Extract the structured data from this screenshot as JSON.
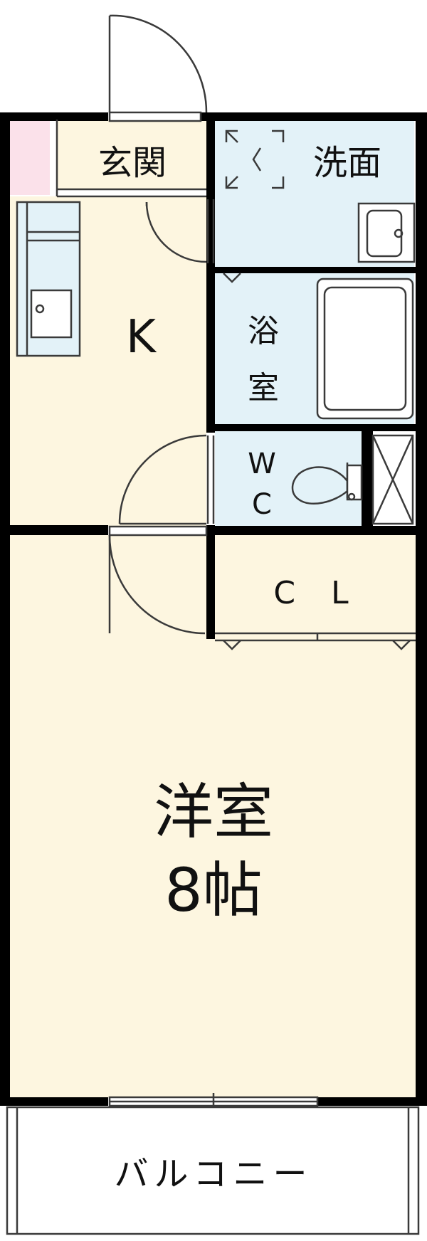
{
  "rooms": {
    "entrance": "玄関",
    "washroom": "洗面",
    "kitchen": "K",
    "bath_line1": "浴",
    "bath_line2": "室",
    "wc_line1": "W",
    "wc_line2": "C",
    "closet": "C L",
    "western_room": "洋室",
    "western_size": "8帖",
    "balcony": "バルコニー"
  },
  "colors": {
    "wall": "#000000",
    "floor": "#fdf6e0",
    "wet": "#e3f2f8",
    "closet": "#fbe1ea",
    "line": "#3a3a3a"
  }
}
